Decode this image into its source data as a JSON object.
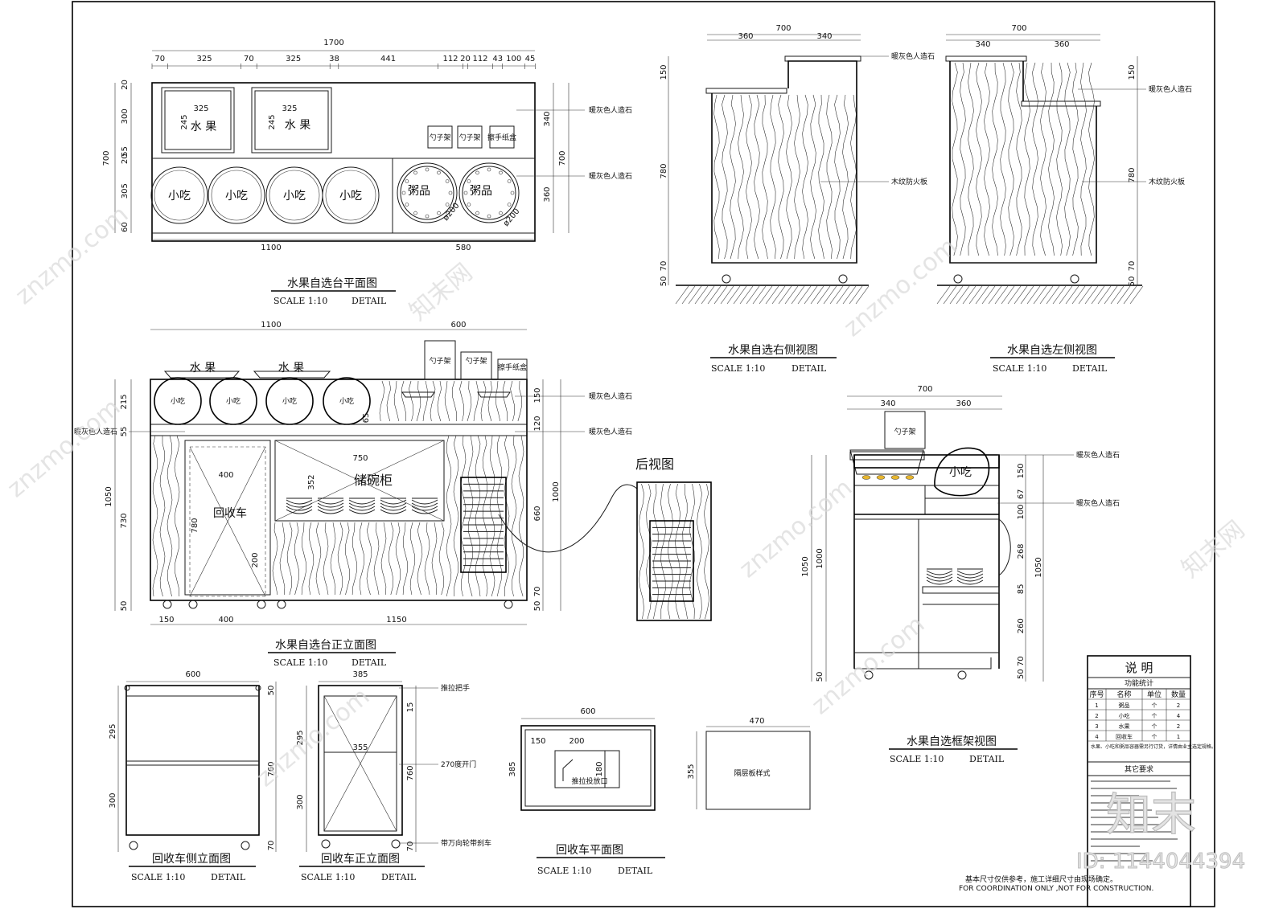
{
  "views": {
    "plan": {
      "title": "水果自选台平面图",
      "scale": "SCALE  1:10",
      "detail": "DETAIL",
      "top_total": "1700",
      "top_dims": [
        "70",
        "325",
        "70",
        "325",
        "38",
        "441",
        "112",
        "20",
        "112",
        "43",
        "100",
        "45"
      ],
      "left_dims": [
        "20",
        "300",
        "55",
        "20",
        "305",
        "60"
      ],
      "left_total": "700",
      "right_dims": [
        "340",
        "360"
      ],
      "right_total": "700",
      "bottom_dims": [
        "1100",
        "580"
      ],
      "fruit": "水 果",
      "inner_325": "325",
      "inner_245": "245",
      "snack": "小吃",
      "porridge": "粥品",
      "dia": "ø200",
      "spoon": "勺子架",
      "tissue": "擦手纸盒",
      "note_stone": "暖灰色人造石"
    },
    "right_side": {
      "title": "水果自选右侧视图",
      "scale": "SCALE  1:10",
      "detail": "DETAIL",
      "top_total": "700",
      "top_dims": [
        "360",
        "340"
      ],
      "left_dims": [
        "150",
        "780",
        "70",
        "50"
      ],
      "note_stone": "暖灰色人造石",
      "note_wood": "木纹防火板"
    },
    "left_side": {
      "title": "水果自选左侧视图",
      "scale": "SCALE  1:10",
      "detail": "DETAIL",
      "top_total": "700",
      "top_dims": [
        "340",
        "360"
      ],
      "right_dims": [
        "150",
        "780",
        "70",
        "50"
      ],
      "note_stone": "暖灰色人造石",
      "note_wood": "木纹防火板"
    },
    "front": {
      "title": "水果自选台正立面图",
      "scale": "SCALE  1:10",
      "detail": "DETAIL",
      "top_dims": [
        "1100",
        "600"
      ],
      "left_dims": [
        "215",
        "55",
        "730",
        "50"
      ],
      "left_total": "1050",
      "right_dims": [
        "150",
        "120",
        "660",
        "70",
        "50"
      ],
      "right_total": "1000",
      "bottom_dims": [
        "150",
        "400",
        "1150"
      ],
      "fruit": "水 果",
      "snack": "小吃",
      "spoon": "勺子架",
      "tissue": "擦手纸盒",
      "cart": "回收车",
      "dim_400": "400",
      "dim_780": "780",
      "dim_200": "200",
      "bowl_cab": "储碗柜",
      "dim_750": "750",
      "dim_352": "352",
      "dim_65": "65",
      "note_stone": "暖灰色人造石",
      "note_stone_left": "暖灰色人造石",
      "rear_view": "后视图"
    },
    "frame": {
      "title": "水果自选框架视图",
      "scale": "SCALE  1:10",
      "detail": "DETAIL",
      "top_total": "700",
      "top_dims": [
        "340",
        "360"
      ],
      "left_dims": [
        "1050",
        "1000",
        "50"
      ],
      "right_dims": [
        "150",
        "67",
        "100",
        "268",
        "85",
        "260",
        "70",
        "50"
      ],
      "right_total": "1050",
      "spoon": "勺子架",
      "snack": "小吃",
      "note_stone": "暖灰色人造石"
    },
    "cart_side": {
      "title": "回收车侧立面图",
      "scale": "SCALE  1:10",
      "detail": "DETAIL",
      "top_total": "600",
      "left_dims": [
        "295",
        "300"
      ],
      "right_dims": [
        "50",
        "760",
        "70"
      ]
    },
    "cart_front": {
      "title": "回收车正立面图",
      "scale": "SCALE  1:10",
      "detail": "DETAIL",
      "top_total": "385",
      "inner": "355",
      "left_dims": [
        "295",
        "300"
      ],
      "right_dims": [
        "15",
        "760",
        "70"
      ],
      "note_handle": "推拉把手",
      "note_door": "270度开门",
      "note_caster": "带万向轮带刹车"
    },
    "cart_plan": {
      "title": "回收车平面图",
      "scale": "SCALE  1:10",
      "detail": "DETAIL",
      "top_total": "600",
      "inner_dims": [
        "150",
        "200"
      ],
      "left": "385",
      "right": "180",
      "note": "推拉投放口"
    },
    "partition": {
      "top": "470",
      "left": "355",
      "note": "隔层板样式"
    }
  },
  "legend": {
    "title": "说 明",
    "subtitle": "功能统计",
    "headers": [
      "序号",
      "名称",
      "单位",
      "数量"
    ],
    "rows": [
      [
        "1",
        "粥品",
        "个",
        "2"
      ],
      [
        "2",
        "小吃",
        "个",
        "4"
      ],
      [
        "3",
        "水果",
        "个",
        "2"
      ],
      [
        "4",
        "回收车",
        "个",
        "1"
      ]
    ],
    "note": "水果、小吃和粥品容器需另行订货，详情由业主选定规格。",
    "other_title": "其它要求"
  },
  "footer": {
    "line1": "基本尺寸仅供参考，施工详细尺寸由现场确定。",
    "line2": "FOR COORDINATION ONLY ,NOT FOR CONSTRUCTION."
  },
  "watermark": {
    "id": "ID: 1144044394",
    "logo": "知末",
    "site": "znzmo.com",
    "brand": "知末网"
  }
}
